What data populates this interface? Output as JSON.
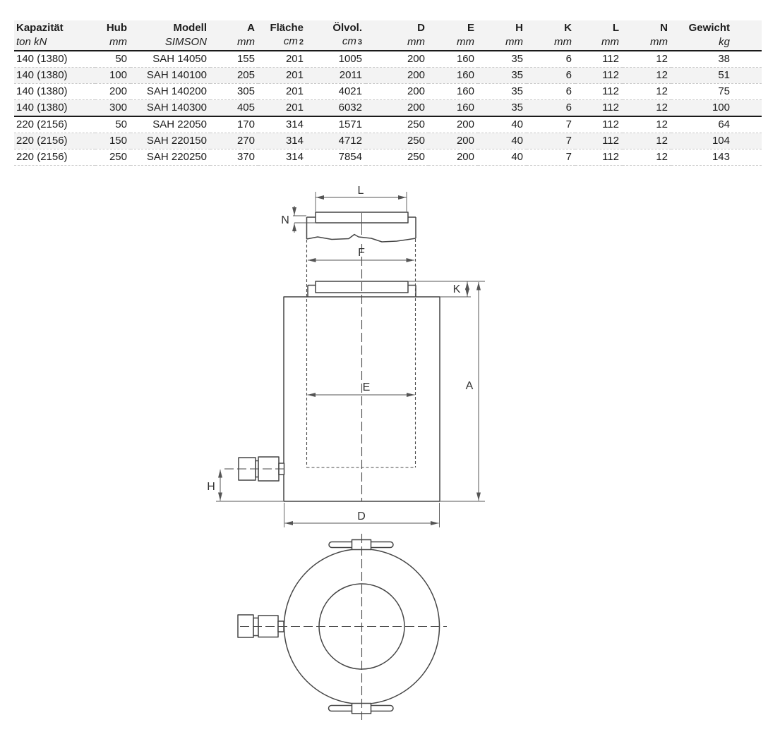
{
  "table": {
    "columns": [
      {
        "label": "Kapazität",
        "unit": "ton kN",
        "align": "left"
      },
      {
        "label": "Hub",
        "unit": "mm",
        "align": "right"
      },
      {
        "label": "Modell",
        "unit": "SIMSON",
        "align": "right"
      },
      {
        "label": "A",
        "unit": "mm",
        "align": "right"
      },
      {
        "label": "Fläche",
        "unit": "cm",
        "unit_sub": "2",
        "align": "right"
      },
      {
        "label": "Ölvol.",
        "unit": "cm",
        "unit_sub": "3",
        "align": "right"
      },
      {
        "label": "D",
        "unit": "mm",
        "align": "right"
      },
      {
        "label": "E",
        "unit": "mm",
        "align": "right"
      },
      {
        "label": "H",
        "unit": "mm",
        "align": "right"
      },
      {
        "label": "K",
        "unit": "mm",
        "align": "right"
      },
      {
        "label": "L",
        "unit": "mm",
        "align": "right"
      },
      {
        "label": "N",
        "unit": "mm",
        "align": "right"
      },
      {
        "label": "Gewicht",
        "unit": "kg",
        "align": "right"
      }
    ],
    "rows": [
      [
        "140 (1380)",
        "50",
        "SAH 14050",
        "155",
        "201",
        "1005",
        "200",
        "160",
        "35",
        "6",
        "112",
        "12",
        "38"
      ],
      [
        "140 (1380)",
        "100",
        "SAH 140100",
        "205",
        "201",
        "2011",
        "200",
        "160",
        "35",
        "6",
        "112",
        "12",
        "51"
      ],
      [
        "140 (1380)",
        "200",
        "SAH 140200",
        "305",
        "201",
        "4021",
        "200",
        "160",
        "35",
        "6",
        "112",
        "12",
        "75"
      ],
      [
        "140 (1380)",
        "300",
        "SAH 140300",
        "405",
        "201",
        "6032",
        "200",
        "160",
        "35",
        "6",
        "112",
        "12",
        "100"
      ],
      [
        "220 (2156)",
        "50",
        "SAH 22050",
        "170",
        "314",
        "1571",
        "250",
        "200",
        "40",
        "7",
        "112",
        "12",
        "64"
      ],
      [
        "220 (2156)",
        "150",
        "SAH 220150",
        "270",
        "314",
        "4712",
        "250",
        "200",
        "40",
        "7",
        "112",
        "12",
        "104"
      ],
      [
        "220 (2156)",
        "250",
        "SAH 220250",
        "370",
        "314",
        "7854",
        "250",
        "200",
        "40",
        "7",
        "112",
        "12",
        "143"
      ]
    ],
    "group_break_after_row": 3
  },
  "diagram": {
    "labels": {
      "L": "L",
      "N": "N",
      "F": "F",
      "K": "K",
      "E": "E",
      "A": "A",
      "H": "H",
      "D": "D"
    }
  },
  "colors": {
    "header_bg": "#f3f3f3",
    "stripe_bg": "#f3f3f3",
    "rule": "#1a1a1a",
    "dashed_separator": "#c9c9c9",
    "drawing_line": "#454545",
    "dimension_line": "#555555",
    "text": "#1c1c1c"
  }
}
